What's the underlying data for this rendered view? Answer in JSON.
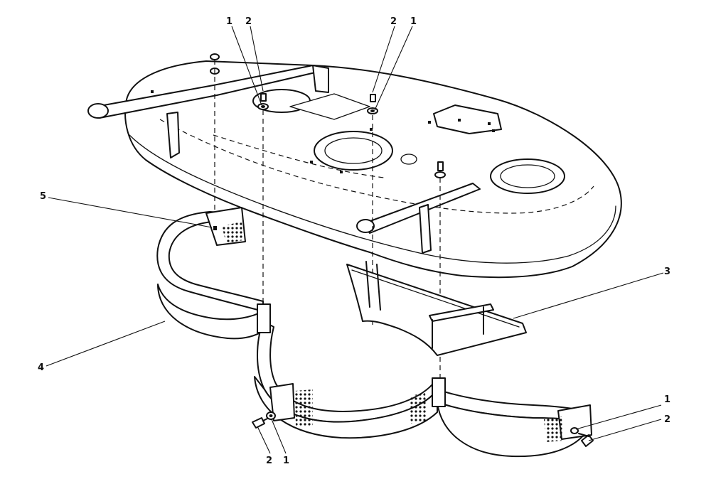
{
  "callouts": {
    "top_left_1": "1",
    "top_left_2": "2",
    "top_right_2": "2",
    "top_right_1": "1",
    "part_5": "5",
    "part_3": "3",
    "part_4": "4",
    "right_1": "1",
    "right_2": "2",
    "bottom_2": "2",
    "bottom_1": "1"
  }
}
